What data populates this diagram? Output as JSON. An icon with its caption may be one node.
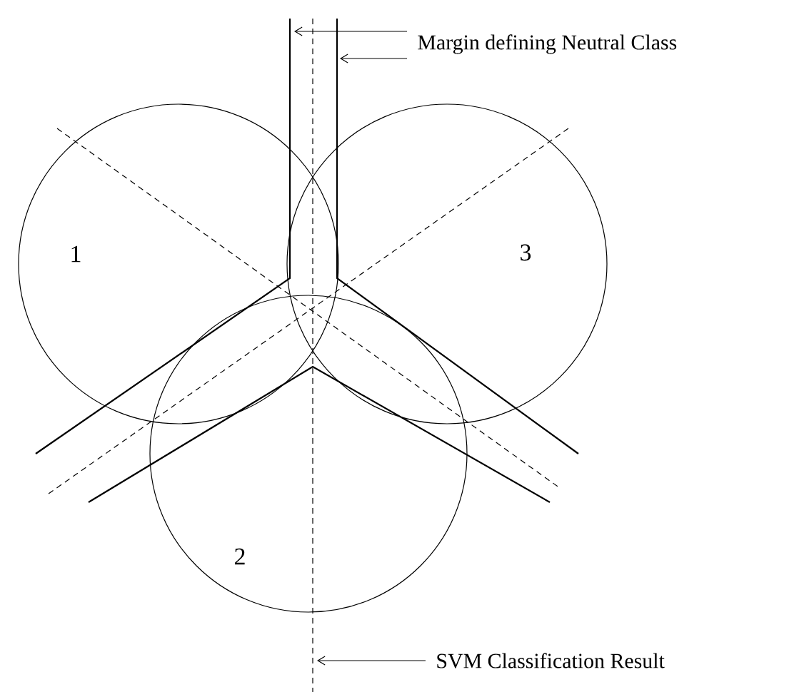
{
  "diagram": {
    "nodes": [
      {
        "text": [
          "1"
        ]
      },
      {
        "text": [
          "2"
        ]
      },
      {
        "text": [
          "3"
        ]
      },
      {
        "text": [
          "Margin defining Neutral Class"
        ]
      },
      {
        "text": [
          "SVM Classification Result"
        ]
      }
    ],
    "edges": [
      {
        "from": 3,
        "to": null,
        "arrow": "to"
      },
      {
        "from": 3,
        "to": null,
        "arrow": "to"
      },
      {
        "from": 4,
        "to": null,
        "arrow": "to"
      }
    ]
  }
}
